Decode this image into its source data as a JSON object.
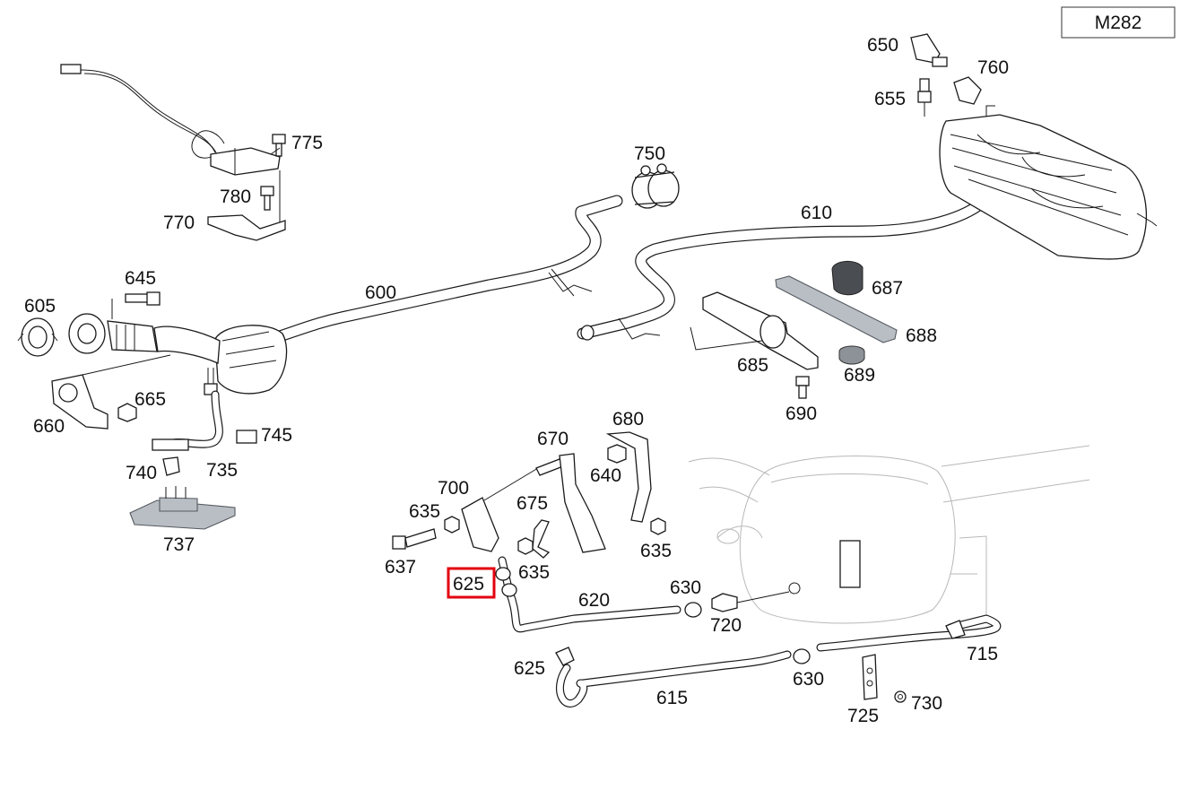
{
  "diagram": {
    "model_code": "M282",
    "highlighted_part": "625",
    "highlight_color": "#e3000f",
    "callouts": {
      "c600": "600",
      "c605": "605",
      "c610": "610",
      "c615": "615",
      "c620": "620",
      "c625a": "625",
      "c625b": "625",
      "c630a": "630",
      "c630b": "630",
      "c635a": "635",
      "c635b": "635",
      "c635c": "635",
      "c637": "637",
      "c640": "640",
      "c645": "645",
      "c650": "650",
      "c655": "655",
      "c660": "660",
      "c665": "665",
      "c670": "670",
      "c675": "675",
      "c680": "680",
      "c685": "685",
      "c687": "687",
      "c688": "688",
      "c689": "689",
      "c690": "690",
      "c700": "700",
      "c715": "715",
      "c720": "720",
      "c725": "725",
      "c730": "730",
      "c735": "735",
      "c737": "737",
      "c740": "740",
      "c745": "745",
      "c750": "750",
      "c760": "760",
      "c770": "770",
      "c775": "775",
      "c780": "780"
    }
  }
}
